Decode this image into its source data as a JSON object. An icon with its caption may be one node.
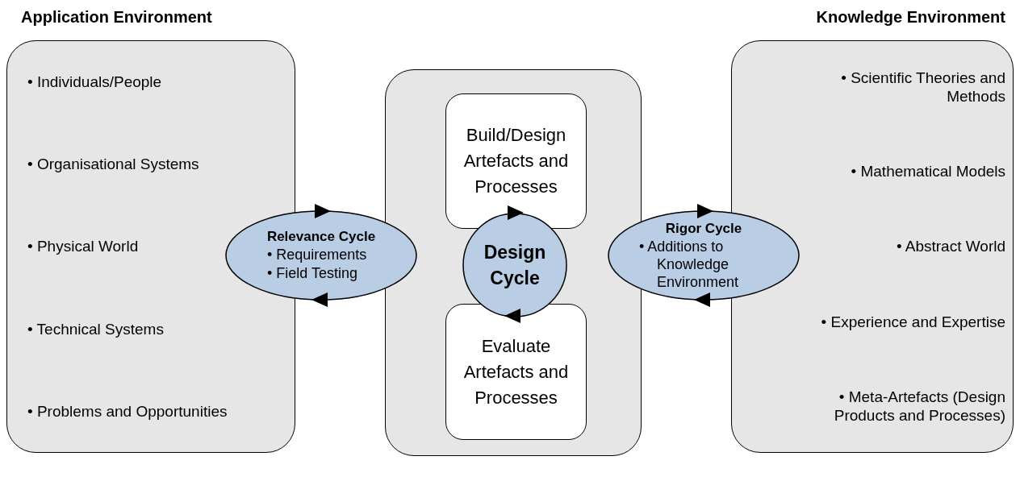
{
  "diagram": {
    "nodes": [
      {
        "text": [
          "Application Environment",
          "• Individuals/People",
          "• Organisational Systems",
          "• Physical World",
          "• Technical Systems",
          "• Problems and Opportunities"
        ]
      },
      {
        "text": [],
        "shape": "box"
      },
      {
        "text": [
          "Build/Design Artefacts and Processes"
        ],
        "in": 1
      },
      {
        "text": [
          "Evaluate Artefacts and Processes"
        ],
        "in": 1
      },
      {
        "text": [
          "Design Cycle"
        ],
        "in": 1
      },
      {
        "text": [
          "Relevance Cycle",
          "• Requirements",
          "• Field Testing"
        ]
      },
      {
        "text": [
          "Rigor Cycle",
          "• Additions to Knowledge Environment"
        ]
      },
      {
        "text": [
          "Knowledge Environment",
          "• Scientific Theories and Methods",
          "• Mathematical Models",
          "• Abstract World",
          "• Experience and Expertise",
          "• Meta-Artefacts (Design Products and Processes)"
        ]
      }
    ]
  }
}
